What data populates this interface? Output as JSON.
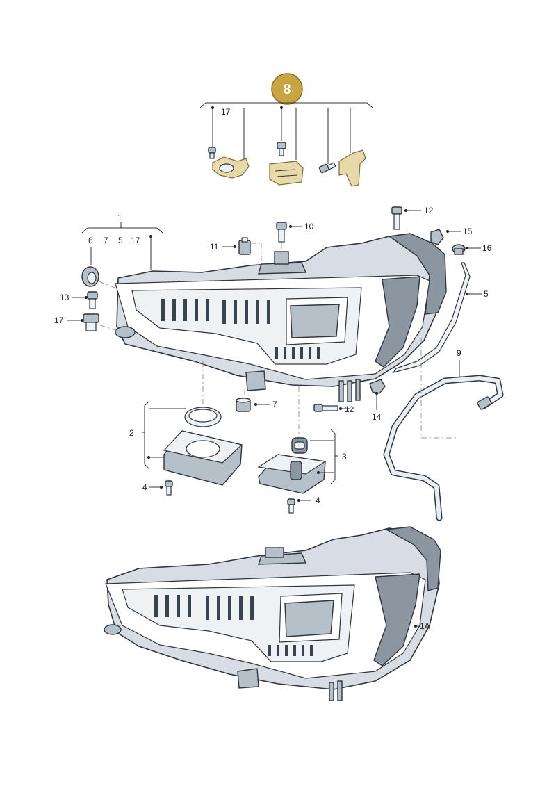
{
  "badge": {
    "label": "8",
    "color": "#c9a443"
  },
  "callouts": {
    "c_17_top": "17",
    "c_1": "1",
    "c_6": "6",
    "c_7": "7",
    "c_5a": "5",
    "c_17b": "17",
    "c_10": "10",
    "c_11": "11",
    "c_12a": "12",
    "c_15": "15",
    "c_16": "16",
    "c_13": "13",
    "c_17c": "17",
    "c_5b": "5",
    "c_9": "9",
    "c_7b": "7",
    "c_12b": "12",
    "c_14": "14",
    "c_2": "2",
    "c_3": "3",
    "c_4a": "4",
    "c_4b": "4",
    "c_1A": "1A"
  }
}
